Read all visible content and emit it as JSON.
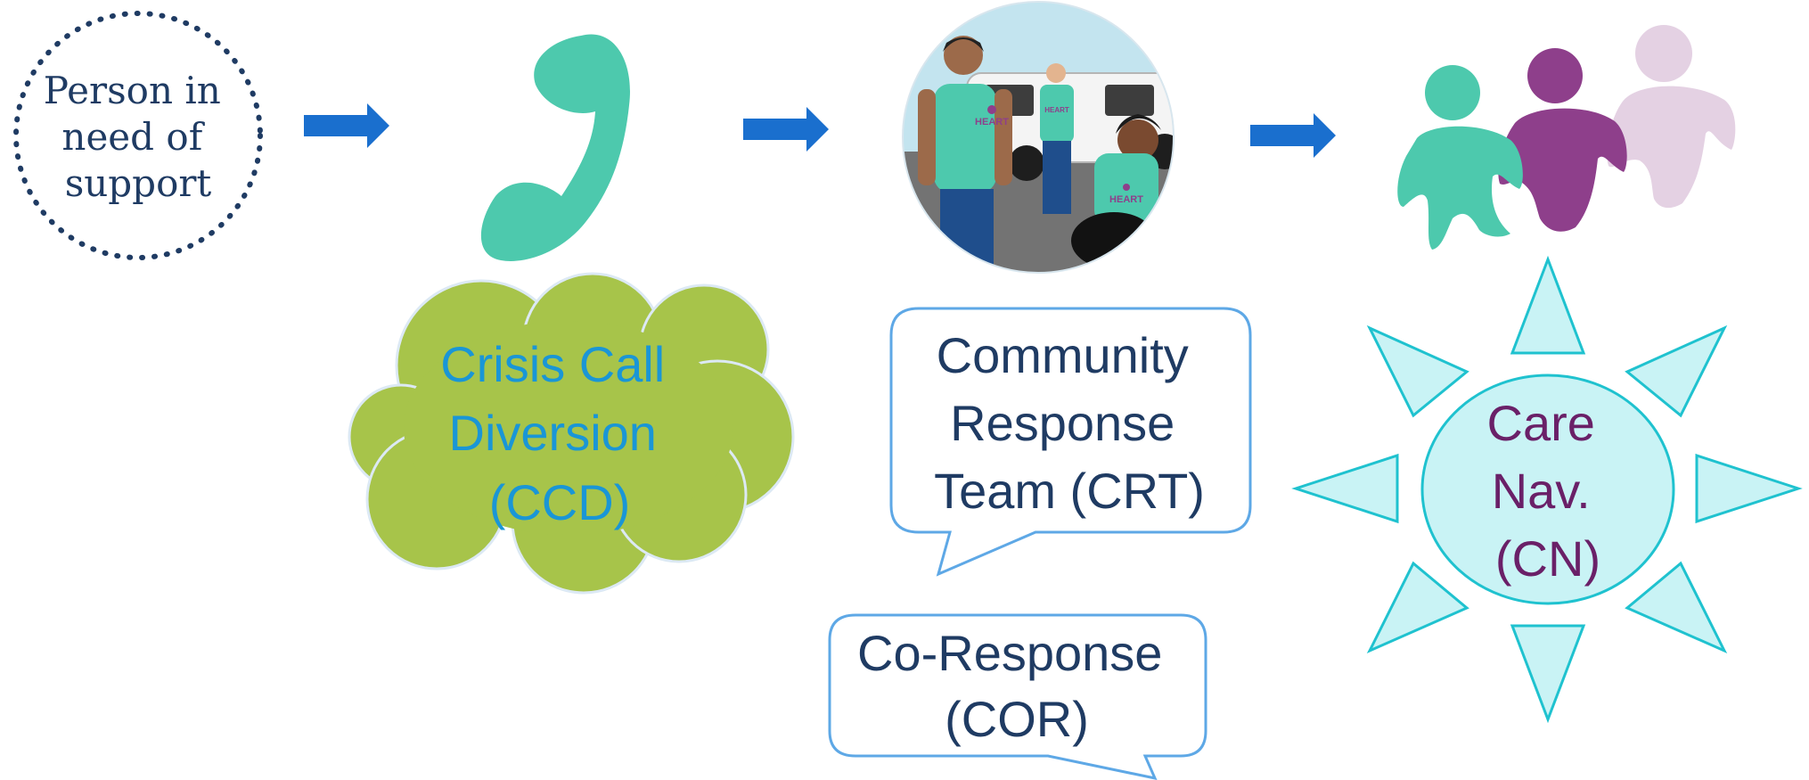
{
  "steps": {
    "person": {
      "lines": [
        "Person in",
        "need of",
        "support"
      ]
    },
    "ccd": {
      "lines": [
        "Crisis Call",
        "Diversion",
        "(CCD)"
      ]
    },
    "crt": {
      "lines": [
        "Community",
        "Response",
        "Team (CRT)"
      ]
    },
    "cor": {
      "lines": [
        "Co-Response",
        "(COR)"
      ]
    },
    "cn": {
      "lines": [
        "Care",
        "Nav.",
        "(CN)"
      ]
    }
  },
  "team_shirt_label": "HEART",
  "icons": {
    "arrow": "right-arrow-icon",
    "phone": "phone-handset-icon",
    "team_photo": "response-team-illustration",
    "people": "people-group-icon"
  },
  "colors": {
    "navy_text": "#1f3b63",
    "arrow_blue": "#1a6fce",
    "teal": "#4dc9ad",
    "cloud_green": "#a7c44a",
    "cloud_text": "#1a96d6",
    "bubble_border": "#5ea8e6",
    "sun_fill": "#c9f3f5",
    "sun_stroke": "#1fc2cf",
    "purple": "#8e3f8b",
    "light_purple": "#e4d1e3",
    "cn_text": "#6a2068"
  }
}
